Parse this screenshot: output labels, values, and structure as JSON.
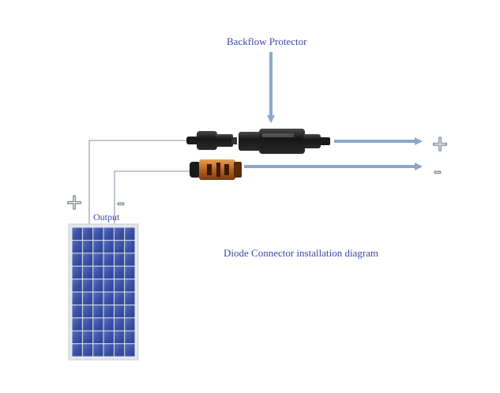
{
  "labels": {
    "backflow_protector": "Backflow Protector",
    "output": "Output",
    "diagram_caption": "Diode Connector installation  diagram"
  },
  "signs": {
    "left_plus": "+",
    "left_minus": "-",
    "right_plus": "+",
    "right_minus": "-"
  },
  "colors": {
    "arrow": "#8aa8cc",
    "wire": "#a0a8b8",
    "text": "#3a4aa0",
    "panel_cell": "#3d55a8",
    "panel_frame": "#c8ccd4",
    "connector_black": "#1c1c1c",
    "connector_orange": "#d07a2a"
  },
  "panel": {
    "rows": 10,
    "columns": 6
  }
}
